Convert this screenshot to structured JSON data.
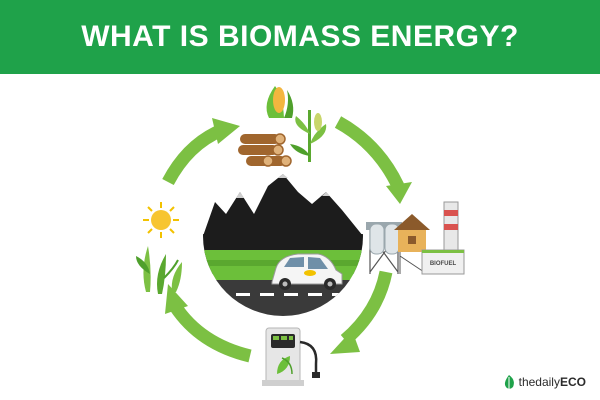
{
  "header": {
    "title": "WHAT IS BIOMASS ENERGY?"
  },
  "plant": {
    "label": "BIOFUEL"
  },
  "brand": {
    "name_light": "thedaily",
    "name_bold": "ECO"
  },
  "colors": {
    "header_bg": "#1fa24a",
    "arrow": "#7cc043",
    "mountain": "#1c1c1c",
    "grass": "#6cbf3a",
    "road": "#3a3a3a"
  },
  "icons": [
    "corn-icon",
    "wood-logs-icon",
    "crop-plant-icon",
    "biofuel-plant-icon",
    "fuel-pump-icon",
    "sun-icon",
    "growing-plants-icon",
    "electric-car-icon",
    "leaf-logo-icon"
  ]
}
